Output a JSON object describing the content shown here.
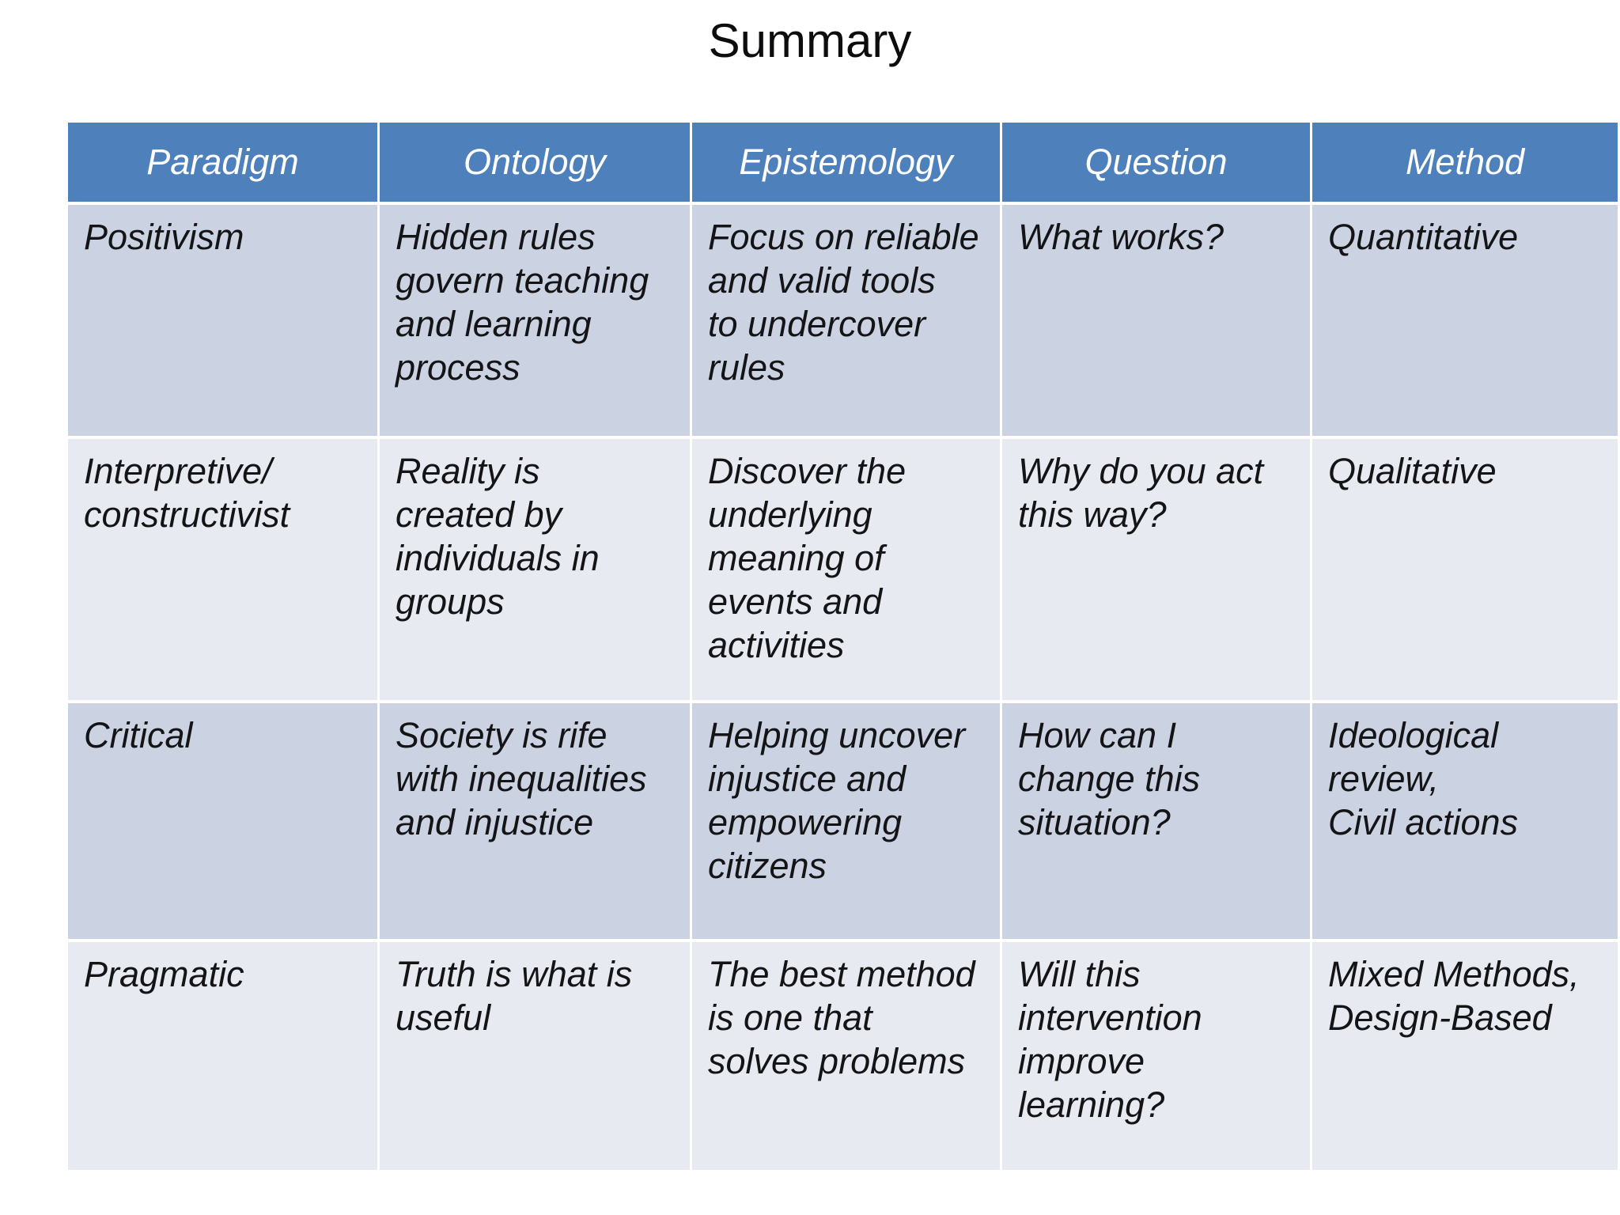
{
  "title": "Summary",
  "colors": {
    "header_bg": "#4e80bc",
    "header_text": "#ffffff",
    "band_odd": "#cbd3e3",
    "band_even": "#e8eaf1",
    "body_text": "#141416",
    "page_bg": "#ffffff"
  },
  "table": {
    "columns": [
      "Paradigm",
      "Ontology",
      "Epistemology",
      "Question",
      "Method"
    ],
    "rows": [
      {
        "paradigm": "Positivism",
        "ontology": "Hidden rules\ngovern teaching\nand learning\nprocess",
        "epistemology": "Focus on reliable\nand valid tools\nto undercover\nrules",
        "question": "What works?",
        "method": "Quantitative"
      },
      {
        "paradigm": "Interpretive/\nconstructivist",
        "ontology": "Reality is\ncreated by\nindividuals in\ngroups",
        "epistemology": "Discover the\nunderlying\nmeaning of\nevents and\nactivities",
        "question": "Why do you act\nthis way?",
        "method": "Qualitative"
      },
      {
        "paradigm": "Critical",
        "ontology": "Society is rife\nwith inequalities\nand injustice",
        "epistemology": "Helping uncover\ninjustice and\nempowering\ncitizens",
        "question": "How can I\nchange this\nsituation?",
        "method": "Ideological\nreview,\nCivil actions"
      },
      {
        "paradigm": "Pragmatic",
        "ontology": "Truth is what is\nuseful",
        "epistemology": "The best method\nis one that\nsolves problems",
        "question": "Will this\nintervention\nimprove\nlearning?",
        "method": "Mixed Methods,\nDesign-Based"
      }
    ]
  }
}
